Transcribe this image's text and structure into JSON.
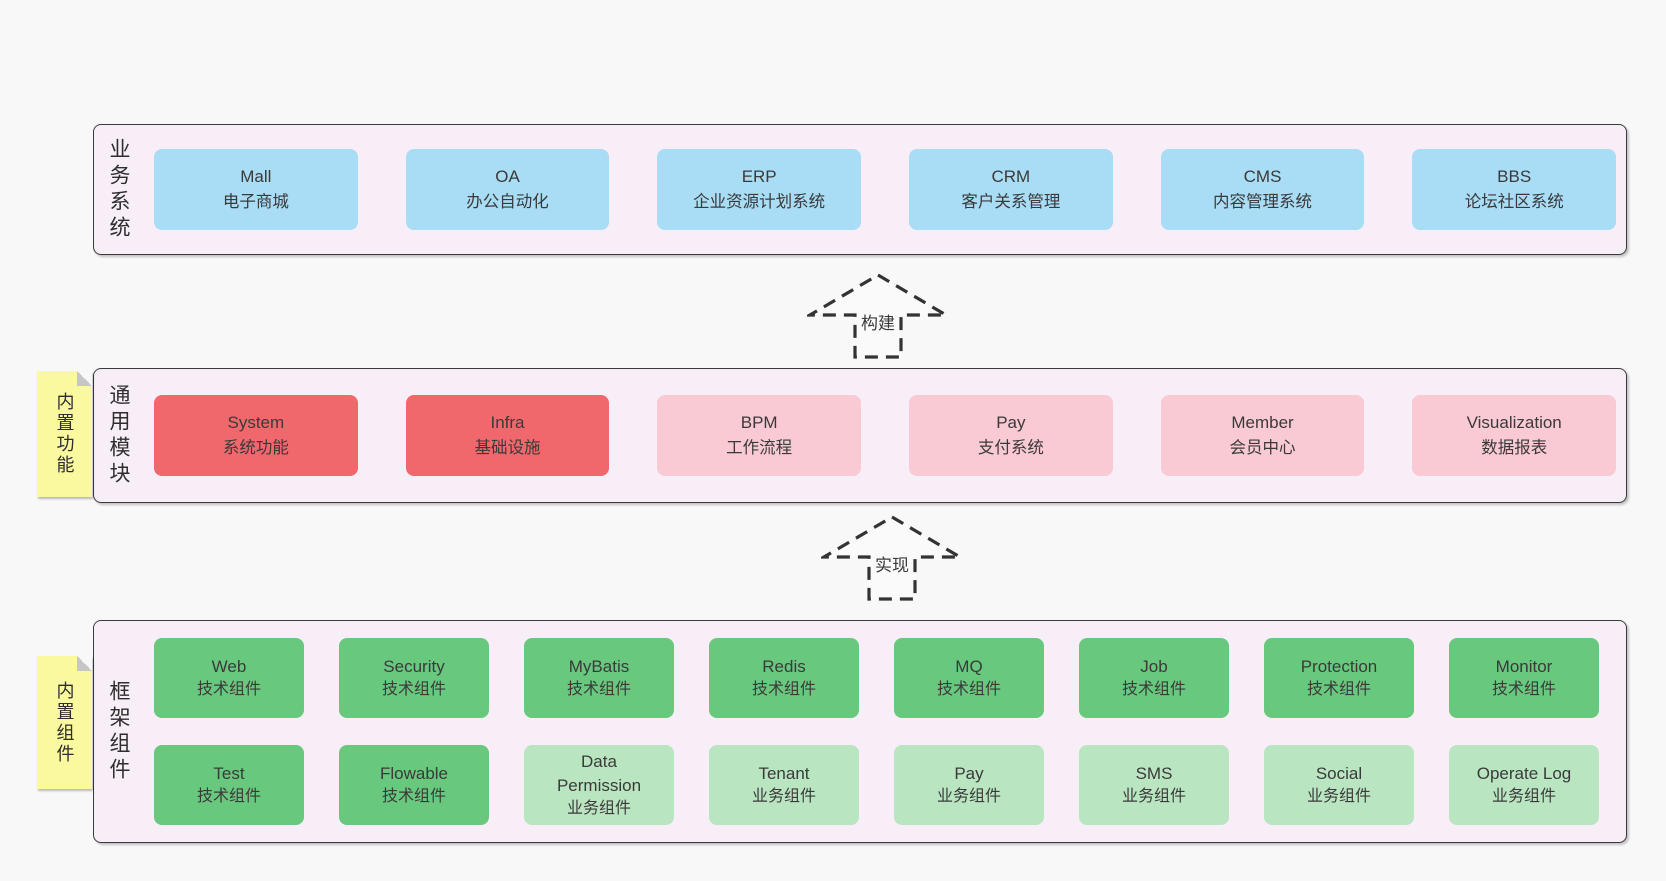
{
  "colors": {
    "blue": "#a9dcf5",
    "red": "#f0686c",
    "pink": "#f9c9d4",
    "green": "#68c87d",
    "green_light": "#b9e5c1",
    "note_yellow": "#fbf9a0",
    "band_bg": "#f8eef7",
    "page_bg": "#f8f8f8",
    "border_dark": "#3a3a3a",
    "text": "#3a3a3a"
  },
  "bands": [
    {
      "id": "business-systems",
      "label": "业务系统",
      "rows": [
        [
          {
            "name": "Mall",
            "desc": "电子商城",
            "variant": "blue"
          },
          {
            "name": "OA",
            "desc": "办公自动化",
            "variant": "blue"
          },
          {
            "name": "ERP",
            "desc": "企业资源计划系统",
            "variant": "blue"
          },
          {
            "name": "CRM",
            "desc": "客户关系管理",
            "variant": "blue"
          },
          {
            "name": "CMS",
            "desc": "内容管理系统",
            "variant": "blue"
          },
          {
            "name": "BBS",
            "desc": "论坛社区系统",
            "variant": "blue"
          }
        ]
      ]
    },
    {
      "id": "common-modules",
      "label": "通用模块",
      "note": "内置功能",
      "rows": [
        [
          {
            "name": "System",
            "desc": "系统功能",
            "variant": "red"
          },
          {
            "name": "Infra",
            "desc": "基础设施",
            "variant": "red"
          },
          {
            "name": "BPM",
            "desc": "工作流程",
            "variant": "pink"
          },
          {
            "name": "Pay",
            "desc": "支付系统",
            "variant": "pink"
          },
          {
            "name": "Member",
            "desc": "会员中心",
            "variant": "pink"
          },
          {
            "name": "Visualization",
            "desc": "数据报表",
            "variant": "pink"
          }
        ]
      ]
    },
    {
      "id": "framework-components",
      "label": "框架组件",
      "note": "内置组件",
      "rows": [
        [
          {
            "name": "Web",
            "desc": "技术组件",
            "variant": "green"
          },
          {
            "name": "Security",
            "desc": "技术组件",
            "variant": "green"
          },
          {
            "name": "MyBatis",
            "desc": "技术组件",
            "variant": "green"
          },
          {
            "name": "Redis",
            "desc": "技术组件",
            "variant": "green"
          },
          {
            "name": "MQ",
            "desc": "技术组件",
            "variant": "green"
          },
          {
            "name": "Job",
            "desc": "技术组件",
            "variant": "green"
          },
          {
            "name": "Protection",
            "desc": "技术组件",
            "variant": "green"
          },
          {
            "name": "Monitor",
            "desc": "技术组件",
            "variant": "green"
          }
        ],
        [
          {
            "name": "Test",
            "desc": "技术组件",
            "variant": "green"
          },
          {
            "name": "Flowable",
            "desc": "技术组件",
            "variant": "green"
          },
          {
            "name": "Data Permission",
            "desc": "业务组件",
            "variant": "green_light"
          },
          {
            "name": "Tenant",
            "desc": "业务组件",
            "variant": "green_light"
          },
          {
            "name": "Pay",
            "desc": "业务组件",
            "variant": "green_light"
          },
          {
            "name": "SMS",
            "desc": "业务组件",
            "variant": "green_light"
          },
          {
            "name": "Social",
            "desc": "业务组件",
            "variant": "green_light"
          },
          {
            "name": "Operate Log",
            "desc": "业务组件",
            "variant": "green_light"
          }
        ]
      ]
    }
  ],
  "arrows": [
    {
      "label": "构建"
    },
    {
      "label": "实现"
    }
  ]
}
